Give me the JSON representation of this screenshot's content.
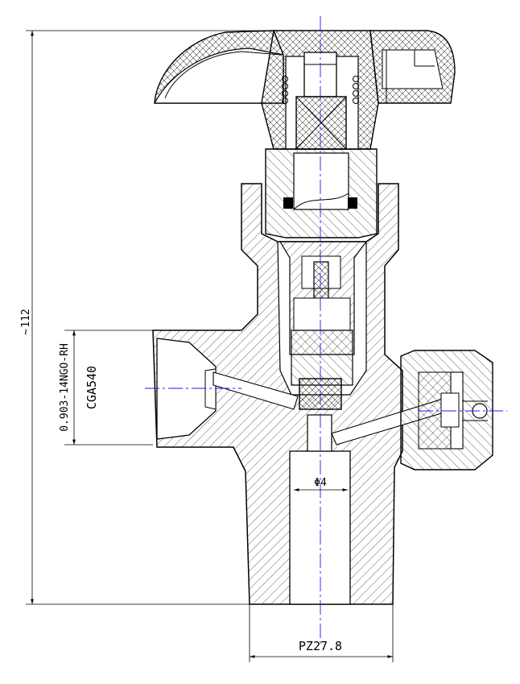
{
  "drawing": {
    "dimensions": {
      "height_label": "112",
      "height_prefix": "~",
      "bore_label": "Φ4",
      "taper_label": "PZ27.8"
    },
    "outlet": {
      "thread_label": "0.903-14NGO-RH",
      "connection_label": "CGA540"
    }
  },
  "colors": {
    "line": "#000000",
    "center_line": "#1a1aff",
    "seal": "#000000",
    "background": "#ffffff"
  }
}
